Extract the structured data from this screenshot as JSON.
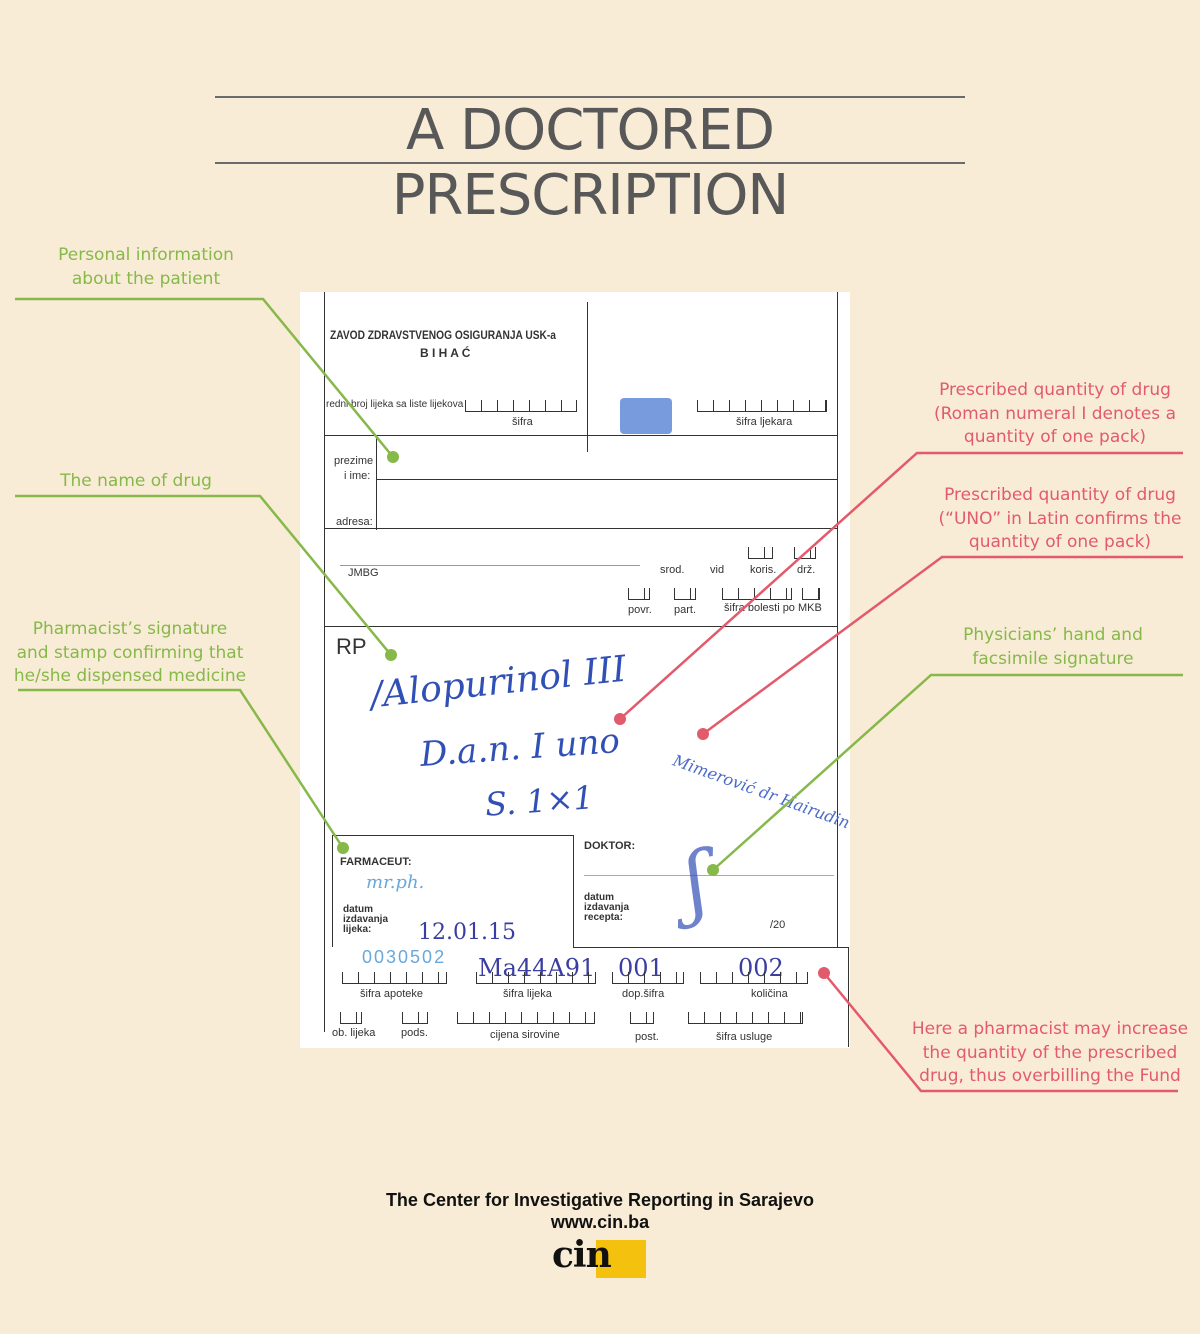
{
  "title": "A DOCTORED PRESCRIPTION",
  "annotations": {
    "patient": [
      "Personal information",
      "about the patient"
    ],
    "drug_name": [
      "The name of drug"
    ],
    "pharmacist": [
      "Pharmacist’s signature",
      "and stamp confirming that",
      "he/she dispensed medicine"
    ],
    "roman_numeral": [
      "Prescribed quantity of drug",
      "(Roman numeral I denotes a",
      "quantity of one pack)"
    ],
    "uno": [
      "Prescribed quantity of drug",
      "(“UNO” in Latin confirms the",
      "quantity of one pack)"
    ],
    "physician": [
      "Physicians’ hand and",
      "facsimile signature"
    ],
    "overbilling": [
      "Here a pharmacist may increase",
      "the quantity of the prescribed",
      "drug, thus overbilling the Fund"
    ]
  },
  "colors": {
    "green": "#86b84a",
    "pink": "#e25a6b",
    "background": "#f9ecd6"
  },
  "form": {
    "institution": "ZAVOD ZDRAVSTVENOG OSIGURANJA USK-a",
    "city": "B I H A Ć",
    "drug_list_no": "redni broj lijeka sa liste lijekova",
    "sifra": "šifra",
    "sifra_ljekara": "šifra ljekara",
    "prezime": "prezime",
    "ime": "i ime:",
    "adresa": "adresa:",
    "jmbg": "JMBG",
    "srod": "srod.",
    "vid": "vid",
    "koris": "koris.",
    "drz": "drž.",
    "povr": "povr.",
    "part": "part.",
    "sifra_bolesti": "šifra bolesti po MKB",
    "rp": "RP",
    "rx_line1": "/Alopurinol  III",
    "rx_line2": "D.a.n. I  uno",
    "rx_line3": "S. 1×1",
    "farmaceut": "FARMACEUT:",
    "mr_ph": "mr.ph.",
    "datum_izdavanja_lijeka": [
      "datum",
      "izdavanja",
      "lijeka:"
    ],
    "dispense_date": "12.01.15",
    "doktor": "DOKTOR:",
    "datum_izdavanja_recepta": [
      "datum",
      "izdavanja",
      "recepta:"
    ],
    "year_prefix": "/20",
    "stamp_text": "Mimerović dr Hairudin",
    "pharmacy_code": "0030502",
    "drug_code": "Ma44A91",
    "dop_code": "001",
    "quantity": "002",
    "sifra_apoteke": "šifra apoteke",
    "sifra_lijeka": "šifra lijeka",
    "dop_sifra": "dop.šifra",
    "kolicina": "količina",
    "ob_lijeka": "ob. lijeka",
    "pods": "pods.",
    "cijena": "cijena sirovine",
    "post": "post.",
    "sifra_usluge": "šifra usluge"
  },
  "footer": {
    "org": "The Center for Investigative Reporting in Sarajevo",
    "url": "www.cin.ba",
    "logo": "cin"
  }
}
